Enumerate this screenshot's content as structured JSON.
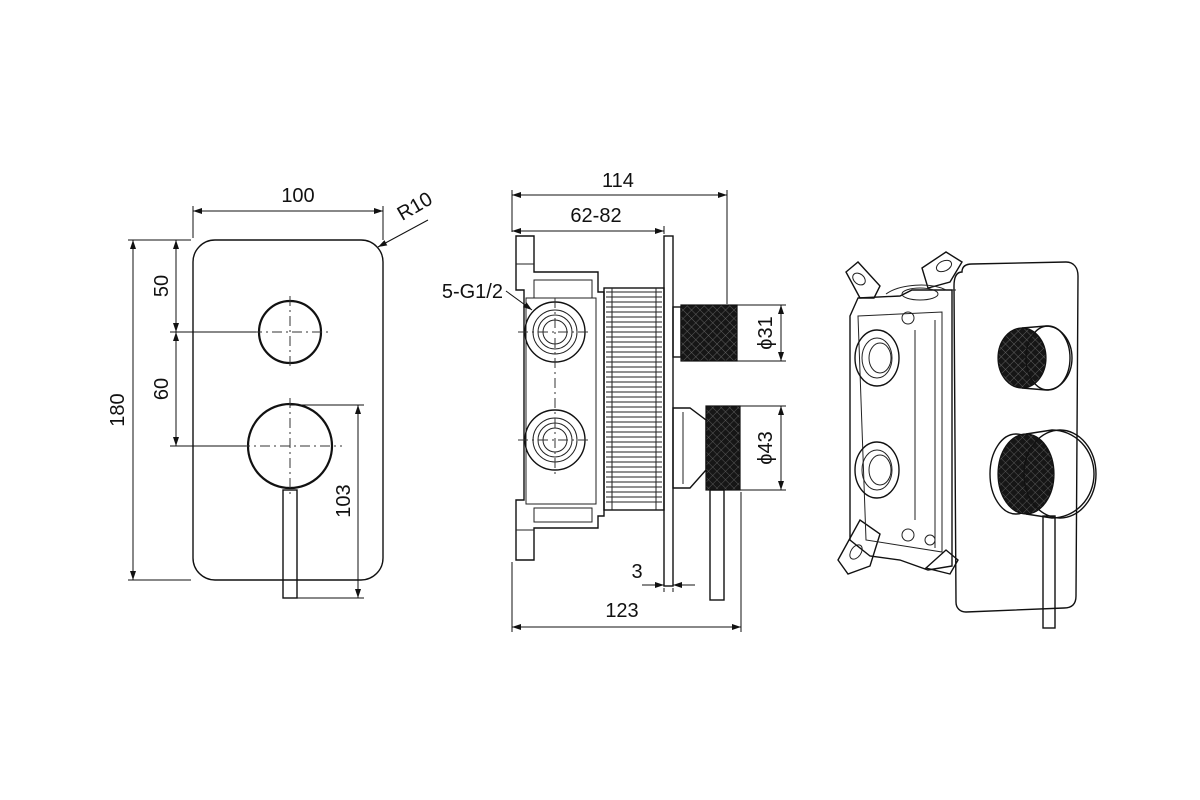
{
  "front_view": {
    "width_label": "100",
    "radius_label": "R10",
    "height_label": "180",
    "top_to_upper_knob_label": "50",
    "knob_spacing_label": "60",
    "knob_to_lever_end_label": "103"
  },
  "side_view": {
    "overall_depth_label": "114",
    "adjust_range_label": "62-82",
    "ports_label": "5-G1/2",
    "upper_knob_dia_label": "ϕ31",
    "lower_knob_dia_label": "ϕ43",
    "plate_thickness_label": "3",
    "total_depth_label": "123"
  },
  "iso_view": {},
  "colors": {
    "line": "#111111",
    "background": "#ffffff",
    "knurl": "#1a1a1a"
  }
}
